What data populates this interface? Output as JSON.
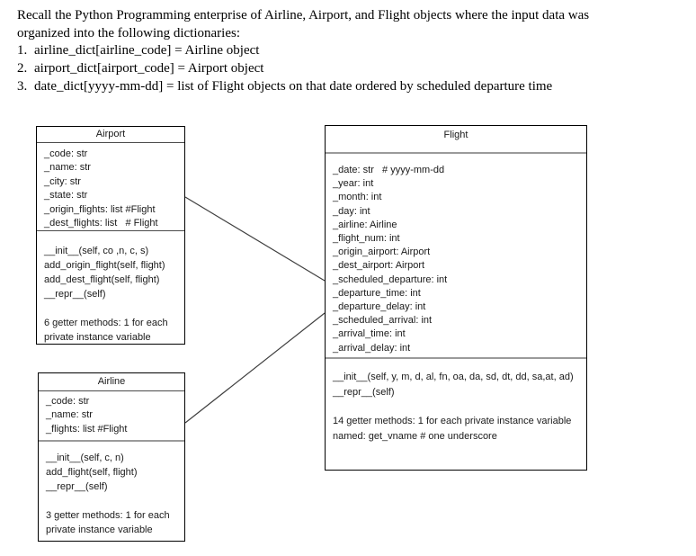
{
  "intro": {
    "line1": "Recall the Python Programming enterprise of Airline, Airport, and Flight objects where the input data was",
    "line2": "organized into the following dictionaries:",
    "list": [
      {
        "num": "1.",
        "text": "airline_dict[airline_code] = Airline object"
      },
      {
        "num": "2.",
        "text": "airport_dict[airport_code] = Airport object"
      },
      {
        "num": "3.",
        "text": "date_dict[yyyy-mm-dd] = list of Flight objects on that date ordered by scheduled departure time"
      }
    ]
  },
  "uml": {
    "airport": {
      "title": "Airport",
      "attributes": [
        "_code: str",
        "_name: str",
        "_city: str",
        "_state: str",
        "_origin_flights: list #Flight",
        "_dest_flights: list   # Flight"
      ],
      "methods": [
        "__init__(self, co ,n, c, s)",
        "add_origin_flight(self, flight)",
        "add_dest_flight(self, flight)",
        "__repr__(self)"
      ],
      "note": [
        "6 getter methods: 1 for each",
        "private instance variable"
      ]
    },
    "airline": {
      "title": "Airline",
      "attributes": [
        "_code: str",
        "_name: str",
        "_flights: list #Flight"
      ],
      "methods": [
        "__init__(self, c, n)",
        "add_flight(self, flight)",
        "__repr__(self)"
      ],
      "note": [
        "3 getter methods: 1 for each",
        "private instance variable"
      ]
    },
    "flight": {
      "title": "Flight",
      "attributes": [
        "_date: str   # yyyy-mm-dd",
        "_year: int",
        "_month: int",
        "_day: int",
        "_airline: Airline",
        "_flight_num: int",
        "_origin_airport: Airport",
        "_dest_airport: Airport",
        "_scheduled_departure: int",
        "_departure_time: int",
        "_departure_delay: int",
        "_scheduled_arrival: int",
        "_arrival_time: int",
        "_arrival_delay: int"
      ],
      "methods": [
        "__init__(self, y, m, d, al, fn, oa, da, sd, dt, dd, sa,at, ad)",
        "__repr__(self)"
      ],
      "note": [
        "14 getter methods: 1 for each private instance variable",
        "named: get_vname # one underscore"
      ]
    }
  },
  "relationships": [
    {
      "from": "Airport",
      "to": "Flight"
    },
    {
      "from": "Airline",
      "to": "Flight"
    }
  ],
  "colors": {
    "background": "#ffffff",
    "text": "#000000",
    "box_border": "#000000",
    "separator": "#9a9a9a",
    "connector": "#3f3f3f"
  }
}
